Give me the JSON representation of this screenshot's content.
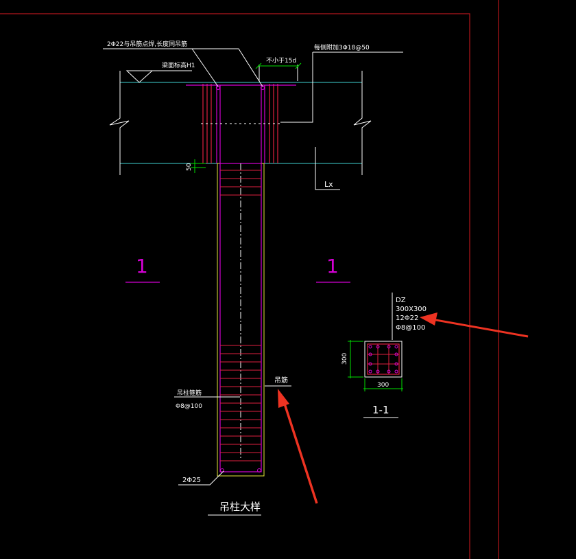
{
  "colors": {
    "background": "#000000",
    "frame": "#b3161c",
    "cyan": "#3fd5d5",
    "rebar": "#e02040",
    "stirrup": "#d400d4",
    "leader": "#ffffff",
    "dim": "#00e000",
    "arrow": "#ee3322"
  },
  "labels": {
    "top_bars_note": "2Φ22与吊筋点焊,长度同吊筋",
    "beam_top_elev": "梁面标高H1",
    "extra_stirrup_note": "每侧附加3Φ18@50",
    "anchor_len": "不小于15d",
    "lx": "Lx",
    "dim_50": "50",
    "section_mark_left": "1",
    "section_mark_right": "1",
    "hanger_bar": "吊筋",
    "stirrup_name": "吊柱箍筋",
    "stirrup_spec": "Φ8@100",
    "bottom_bars": "2Φ25",
    "detail_title": "吊柱大样",
    "section_name": "1-1",
    "col_dim_h": "300",
    "col_dim_w": "300"
  },
  "column_spec": {
    "code": "DZ",
    "size": "300X300",
    "main_bars": "12Φ22",
    "stirrups": "Φ8@100"
  },
  "icons": [
    "red-arrow-icon",
    "red-arrow-icon",
    "elevation-triangle-icon",
    "break-line-icon"
  ]
}
